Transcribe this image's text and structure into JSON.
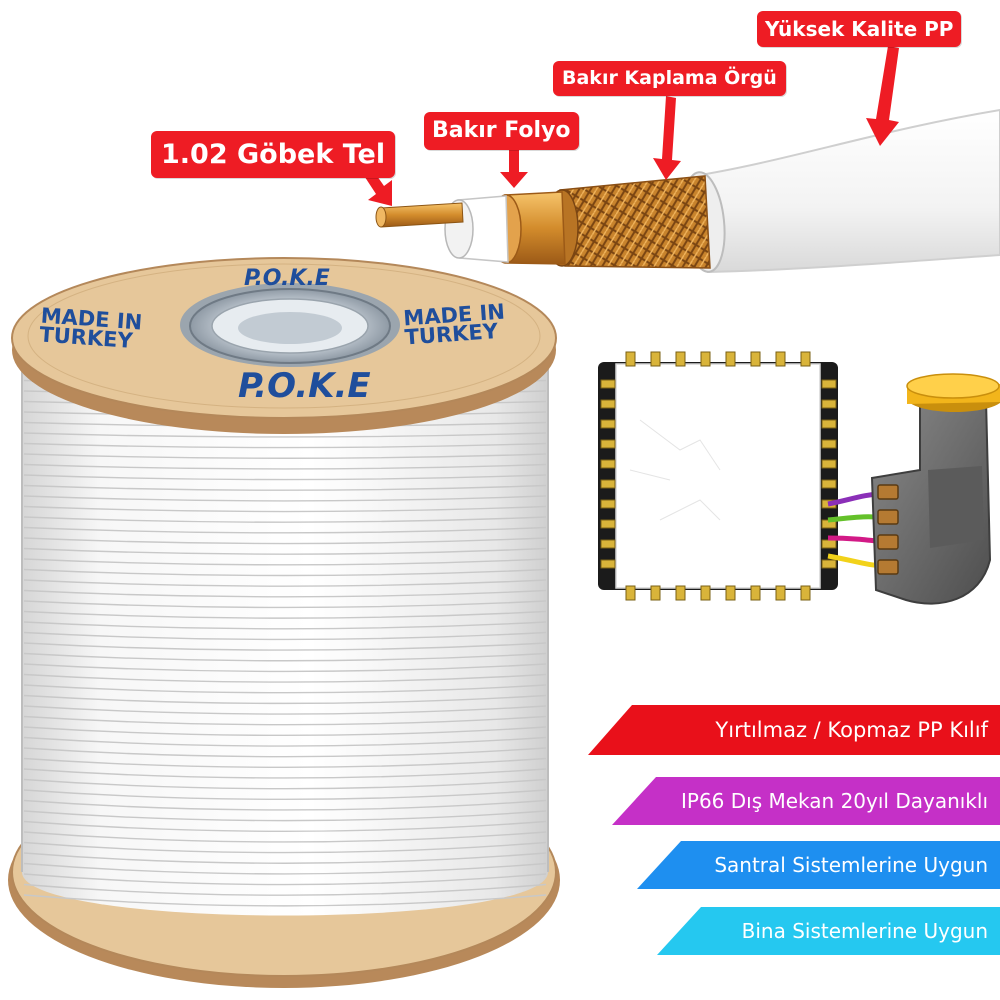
{
  "callouts": {
    "core": "1.02 Göbek Tel",
    "foil": "Bakır Folyo",
    "braid": "Bakır Kaplama Örgü",
    "jacket": "Yüksek Kalite PP"
  },
  "reel": {
    "brand": "P.O.K.E",
    "origin_line1": "MADE IN",
    "origin_line2": "TURKEY"
  },
  "features": [
    {
      "label": "Yırtılmaz / Kopmaz PP Kılıf",
      "color": "#e9101a"
    },
    {
      "label": "IP66 Dış Mekan 20yıl Dayanıklı",
      "color": "#c530c7"
    },
    {
      "label": "Santral Sistemlerine Uygun",
      "color": "#1e8ff0"
    },
    {
      "label": "Bina Sistemlerine Uygun",
      "color": "#25c8f0"
    }
  ],
  "colors": {
    "callout_red": "#ee1c24",
    "copper": "#d99a3c",
    "reel_wood": "#e6c79a",
    "brand_blue": "#1f4e9c",
    "lnb_yellow": "#f2b51b",
    "lnb_gray": "#6e6e6e"
  },
  "icons": [
    "arrow-down-icon",
    "multiswitch-image",
    "lnb-image",
    "cable-reel-image",
    "coax-cable-image"
  ]
}
